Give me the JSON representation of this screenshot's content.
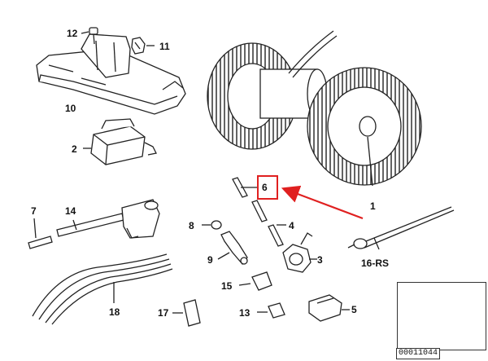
{
  "labels": {
    "p1": "1",
    "p2": "2",
    "p3": "3",
    "p4": "4",
    "p5": "5",
    "p6": "6",
    "p7": "7",
    "p8": "8",
    "p9": "9",
    "p10": "10",
    "p11": "11",
    "p12": "12",
    "p13": "13",
    "p14": "14",
    "p15": "15",
    "p16": "16-RS",
    "p17": "17",
    "p18": "18"
  },
  "diagram_code": "00011044",
  "colors": {
    "line": "#222222",
    "highlight": "#e02020",
    "background": "#ffffff"
  }
}
